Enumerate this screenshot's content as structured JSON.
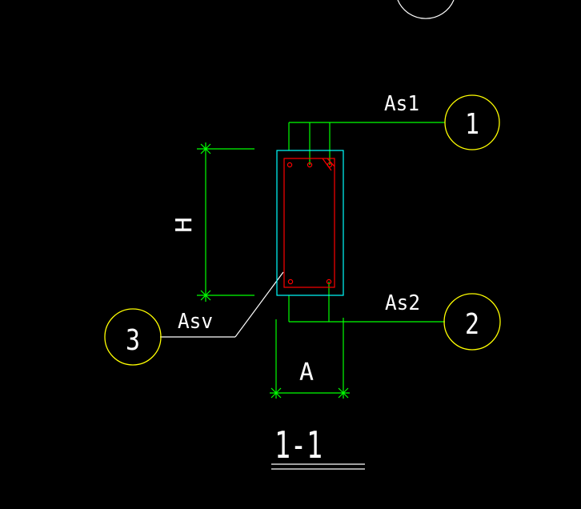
{
  "colors": {
    "background": "#000000",
    "dimension": "#00ff00",
    "section": "#00ffff",
    "stirrup": "#ff0000",
    "bubble": "#ffff00",
    "text": "#ffffff"
  },
  "labels": {
    "as1": "As1",
    "as2": "As2",
    "asv": "Asv",
    "height": "H",
    "width": "A",
    "section_title": "1-1"
  },
  "bubbles": {
    "one": "1",
    "two": "2",
    "three": "3"
  }
}
